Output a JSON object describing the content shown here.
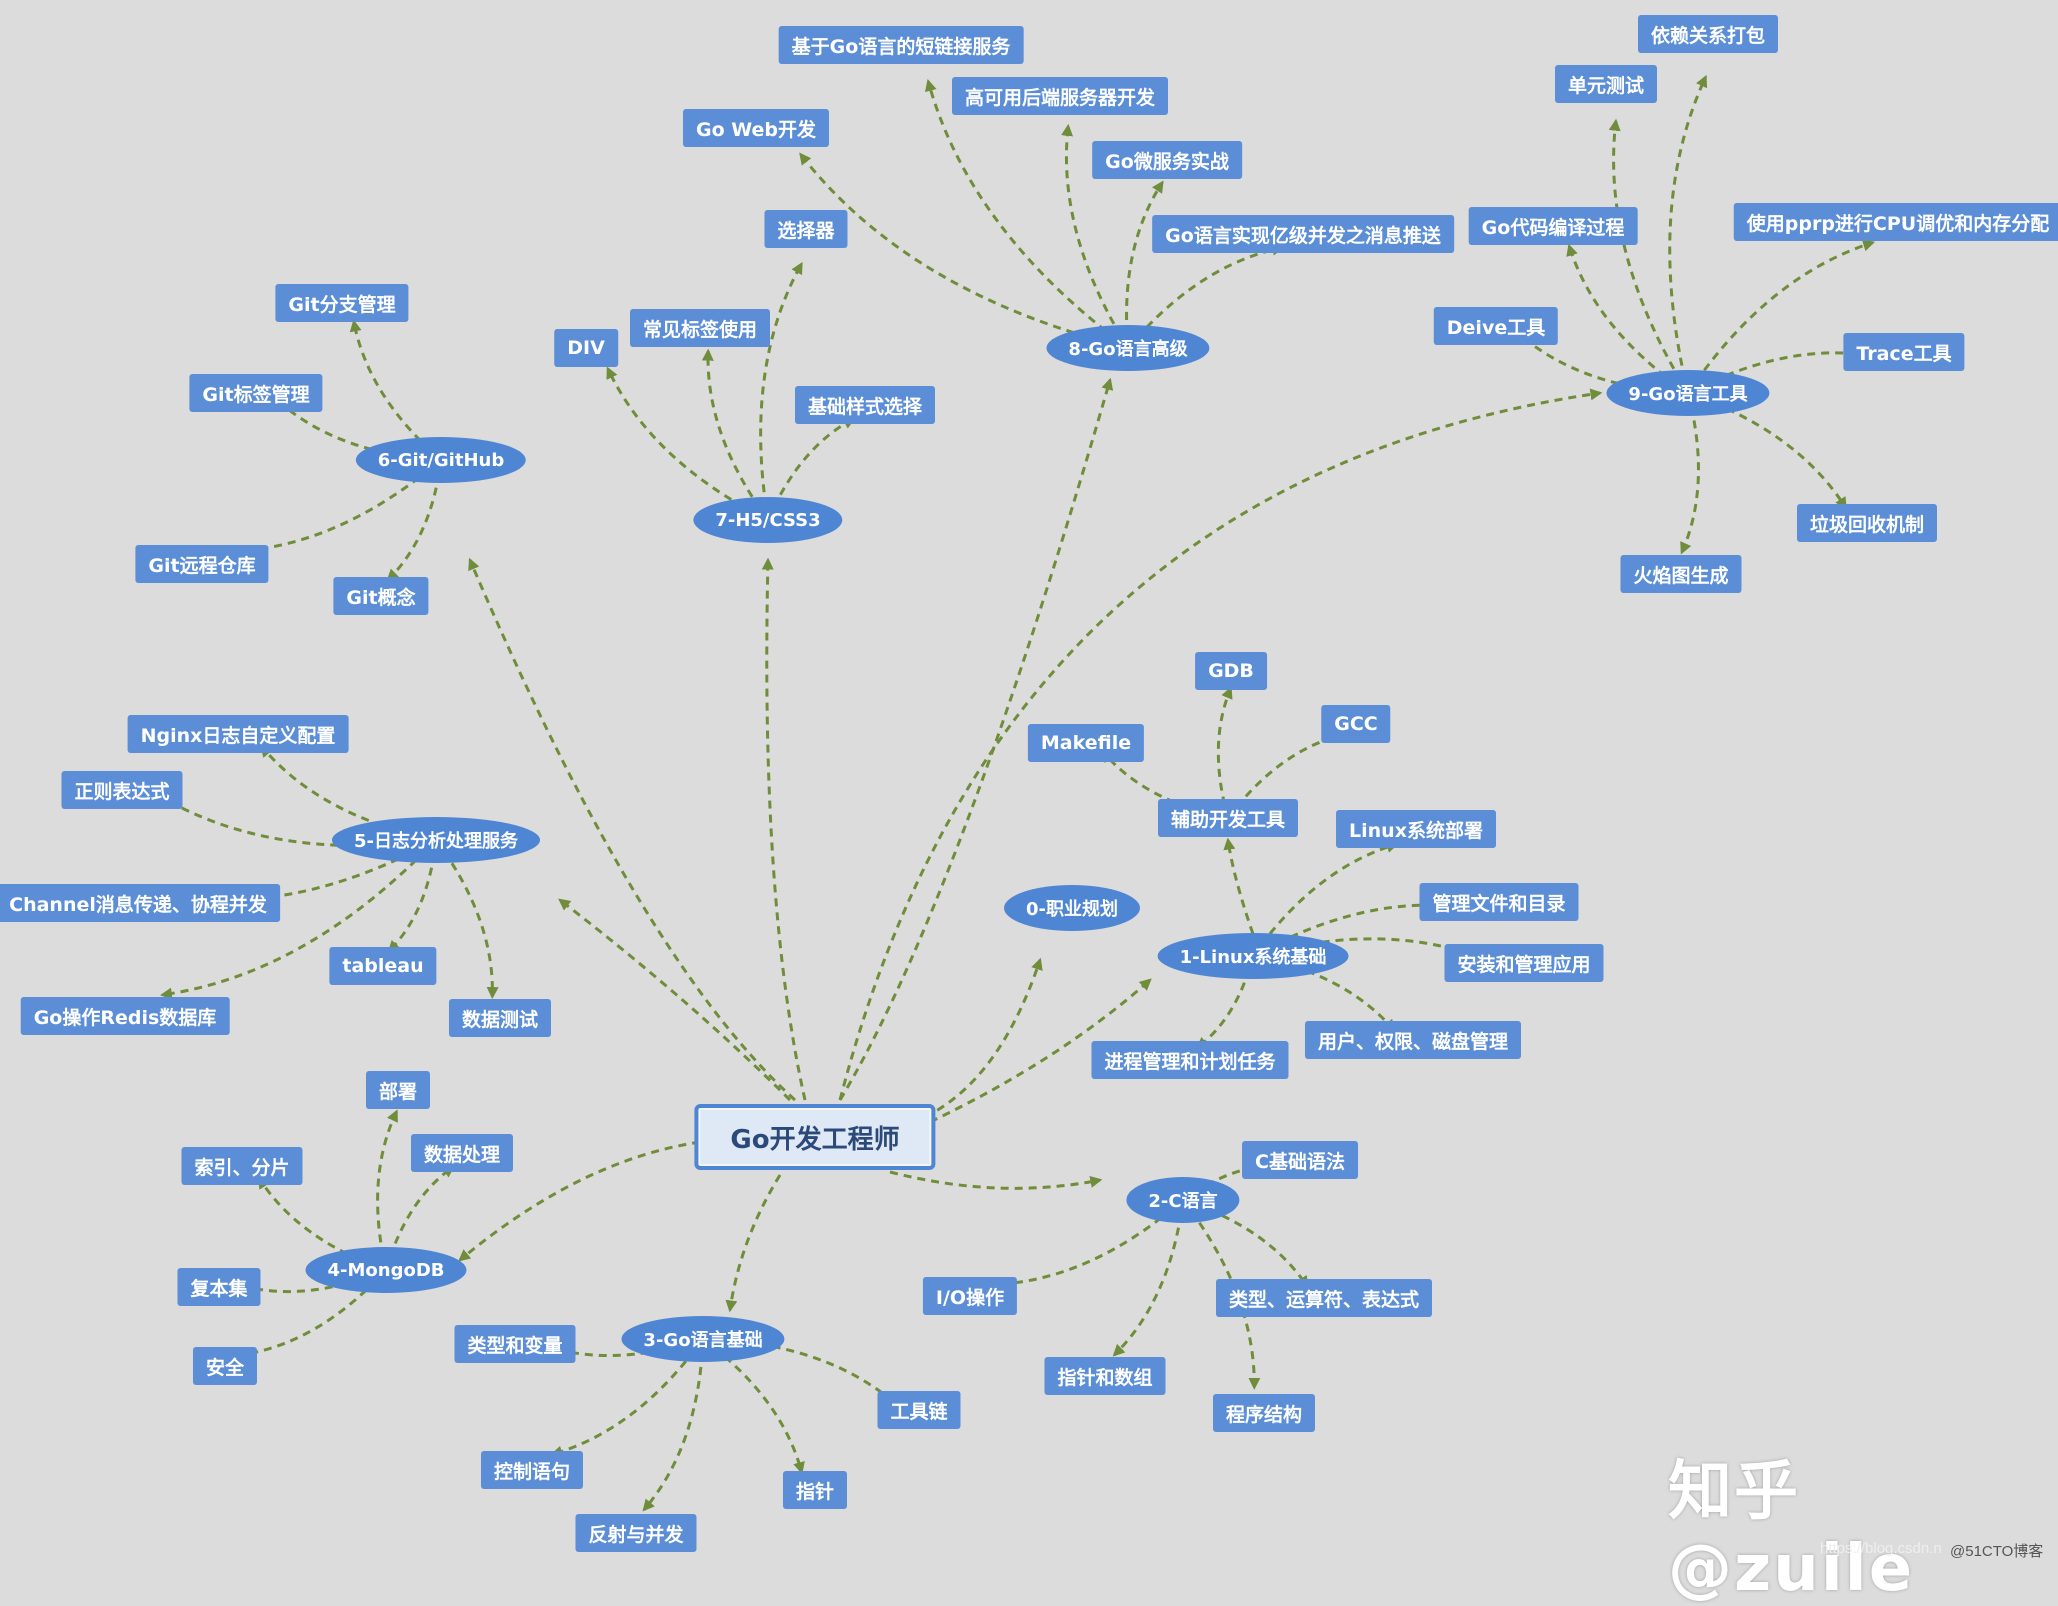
{
  "colors": {
    "background": "#dcdcdc",
    "node": "#5b8ed6",
    "branch": "#4f86d4",
    "connector": "#6f8d3a",
    "root_fill": "#dfe8f5",
    "root_text": "#2b4a7a"
  },
  "root": {
    "label": "Go开发工程师"
  },
  "branches": [
    {
      "id": "b0",
      "label": "0-职业规划",
      "children": []
    },
    {
      "id": "b1",
      "label": "1-Linux系统基础",
      "children": [
        "辅助开发工具",
        "Linux系统部署",
        "管理文件和目录",
        "安装和管理应用",
        "用户、权限、磁盘管理",
        "进程管理和计划任务"
      ]
    },
    {
      "id": "b1t",
      "label": "辅助开发工具",
      "children": [
        "GDB",
        "GCC",
        "Makefile"
      ]
    },
    {
      "id": "b2",
      "label": "2-C语言",
      "children": [
        "C基础语法",
        "I/O操作",
        "类型、运算符、表达式",
        "指针和数组",
        "程序结构"
      ]
    },
    {
      "id": "b3",
      "label": "3-Go语言基础",
      "children": [
        "类型和变量",
        "工具链",
        "控制语句",
        "反射与并发",
        "指针"
      ]
    },
    {
      "id": "b4",
      "label": "4-MongoDB",
      "children": [
        "部署",
        "数据处理",
        "索引、分片",
        "复本集",
        "安全"
      ]
    },
    {
      "id": "b5",
      "label": "5-日志分析处理服务",
      "children": [
        "Nginx日志自定义配置",
        "正则表达式",
        "Channel消息传递、协程并发",
        "Go操作Redis数据库",
        "tableau",
        "数据测试"
      ]
    },
    {
      "id": "b6",
      "label": "6-Git/GitHub",
      "children": [
        "Git分支管理",
        "Git标签管理",
        "Git远程仓库",
        "Git概念"
      ]
    },
    {
      "id": "b7",
      "label": "7-H5/CSS3",
      "children": [
        "DIV",
        "常见标签使用",
        "选择器",
        "基础样式选择"
      ]
    },
    {
      "id": "b8",
      "label": "8-Go语言高级",
      "children": [
        "Go Web开发",
        "基于Go语言的短链接服务",
        "高可用后端服务器开发",
        "Go微服务实战",
        "Go语言实现亿级并发之消息推送"
      ]
    },
    {
      "id": "b9",
      "label": "9-Go语言工具",
      "children": [
        "依赖关系打包",
        "单元测试",
        "Go代码编译过程",
        "使用pprp进行CPU调优和内存分配",
        "Deive工具",
        "Trace工具",
        "垃圾回收机制",
        "火焰图生成"
      ]
    }
  ],
  "watermark": "知乎 @zuile",
  "credit_url": "https://blog.csdn.n",
  "credit_site": "@51CTO博客"
}
